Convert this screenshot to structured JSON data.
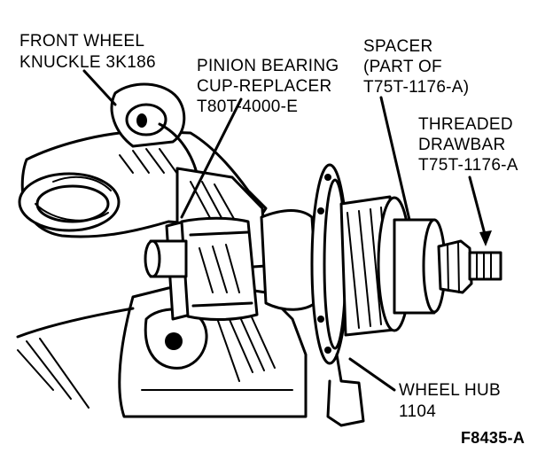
{
  "labels": {
    "knuckle": [
      "FRONT WHEEL",
      "KNUCKLE 3K186"
    ],
    "replacer": [
      "PINION BEARING",
      "CUP-REPLACER",
      "T80T-4000-E"
    ],
    "spacer": [
      "SPACER",
      "(PART OF",
      "T75T-1176-A)"
    ],
    "drawbar": [
      "THREADED",
      "DRAWBAR",
      "T75T-1176-A"
    ],
    "hub": [
      "WHEEL HUB",
      "1104"
    ]
  },
  "figure_id": "F8435-A"
}
